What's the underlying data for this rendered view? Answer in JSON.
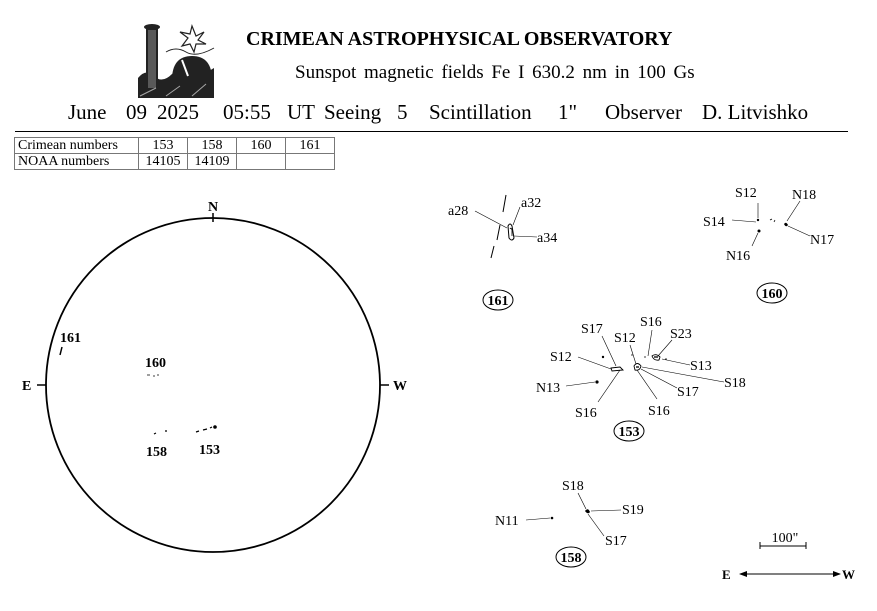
{
  "header": {
    "title": "CRIMEAN ASTROPHYSICAL OBSERVATORY",
    "subtitle": "Sunspot  magnetic  fields  Fe I 630.2 nm in 100 Gs",
    "month": "June",
    "day": "09",
    "year": "2025",
    "time": "05:55",
    "ut_label": "UT",
    "seeing_label": "Seeing",
    "seeing_value": "5",
    "scint_label": "Scintillation",
    "scint_value": "1\"",
    "observer_label": "Observer",
    "observer_name": "D. Litvishko"
  },
  "numbers_table": {
    "rows": [
      {
        "label": "Crimean numbers",
        "values": [
          "153",
          "158",
          "160",
          "161"
        ]
      },
      {
        "label": "NOAA numbers",
        "values": [
          "14105",
          "14109",
          "",
          ""
        ]
      }
    ]
  },
  "disk": {
    "north": "N",
    "east": "E",
    "west": "W",
    "regions": [
      "161",
      "160",
      "158",
      "153"
    ]
  },
  "insets": {
    "r161": {
      "id": "161",
      "labels": [
        "a28",
        "a32",
        "a34"
      ]
    },
    "r160": {
      "id": "160",
      "labels": [
        "S12",
        "N18",
        "S14",
        "N17",
        "N16"
      ]
    },
    "r153": {
      "id": "153",
      "labels": [
        "S17",
        "S16",
        "S12",
        "S23",
        "S12",
        "S13",
        "S18",
        "N13",
        "S17",
        "S16",
        "S16"
      ]
    },
    "r158": {
      "id": "158",
      "labels": [
        "S18",
        "S19",
        "N11",
        "S17"
      ]
    }
  },
  "scale": {
    "label": "100\"",
    "east": "E",
    "west": "W"
  }
}
